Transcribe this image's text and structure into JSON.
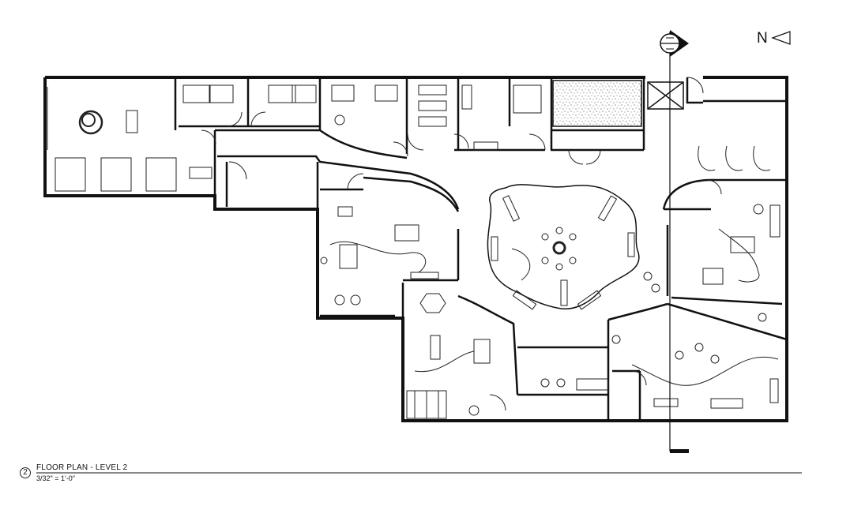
{
  "north_label": "N",
  "drawing": {
    "view_number": "2",
    "title": "FLOOR PLAN - LEVEL 2",
    "scale": "3/32\" = 1'-0\""
  },
  "colors": {
    "line": "#111111",
    "background": "#ffffff",
    "hatch": "#555555"
  }
}
